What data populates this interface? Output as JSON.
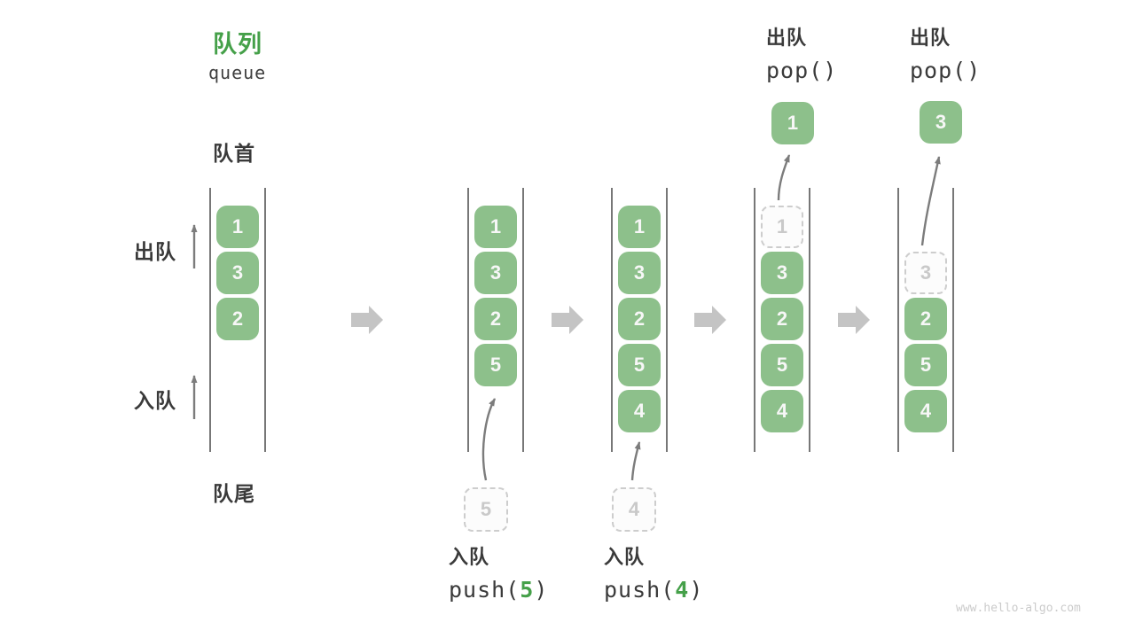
{
  "title": {
    "zh": "队列",
    "en": "queue"
  },
  "side_labels": {
    "front": "队首",
    "rear": "队尾",
    "dequeue": "出队",
    "enqueue": "入队"
  },
  "columns": {
    "c1": {
      "boxes": [
        "1",
        "3",
        "2"
      ]
    },
    "c2": {
      "boxes": [
        "1",
        "3",
        "2",
        "5"
      ],
      "pending": "5",
      "op": {
        "label": "入队",
        "fn": "push(",
        "arg": "5",
        "close": ")"
      }
    },
    "c3": {
      "boxes": [
        "1",
        "3",
        "2",
        "5",
        "4"
      ],
      "pending": "4",
      "op": {
        "label": "入队",
        "fn": "push(",
        "arg": "4",
        "close": ")"
      }
    },
    "c4": {
      "ghost": "1",
      "boxes": [
        "3",
        "2",
        "5",
        "4"
      ],
      "popped": "1",
      "op": {
        "label": "出队",
        "fn": "pop()"
      }
    },
    "c5": {
      "ghost": "3",
      "boxes": [
        "2",
        "5",
        "4"
      ],
      "popped": "3",
      "op": {
        "label": "出队",
        "fn": "pop()"
      }
    }
  },
  "colors": {
    "accent_green": "#45a049",
    "box_green": "#8dc08b",
    "ghost_gray": "#cdcdcd",
    "text_dark": "#3a3a3a",
    "thin_arrow_gray": "#7c7c7c",
    "block_arrow_gray": "#c4c4c4",
    "wall_gray": "#4a4a4a"
  },
  "watermark": "www.hello-algo.com"
}
